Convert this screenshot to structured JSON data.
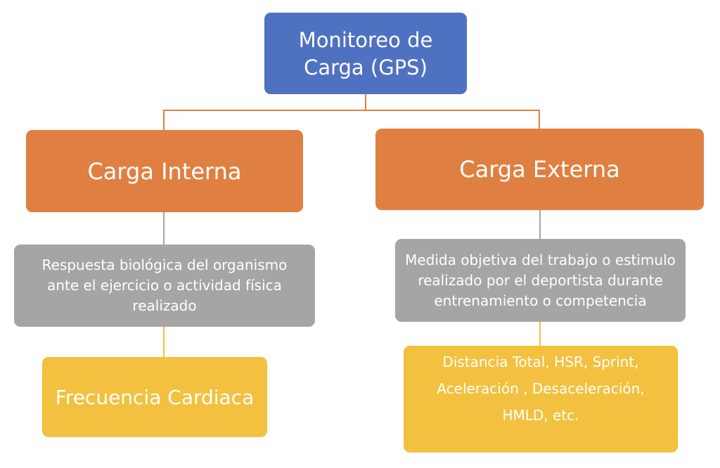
{
  "root": {
    "line1": "Monitoreo de",
    "line2": "Carga (GPS)"
  },
  "internal": {
    "title": "Carga Interna",
    "description": "Respuesta biológica del organismo ante el ejercicio o actividad física realizado",
    "metric": "Frecuencia Cardiaca"
  },
  "external": {
    "title": "Carga Externa",
    "description": "Medida objetiva del trabajo o estimulo realizado por el deportista durante entrenamiento o competencia",
    "metric_line1": "Distancia Total, HSR, Sprint,",
    "metric_line2": "Aceleración , Desaceleración,",
    "metric_line3": "HMLD, etc."
  },
  "colors": {
    "root": "#4f71c1",
    "level1": "#df8042",
    "level2": "#a5a5a5",
    "level3": "#f3c13f",
    "connector_orange": "#df8042",
    "connector_gray": "#a5a5a5",
    "connector_yellow": "#f3c13f"
  }
}
